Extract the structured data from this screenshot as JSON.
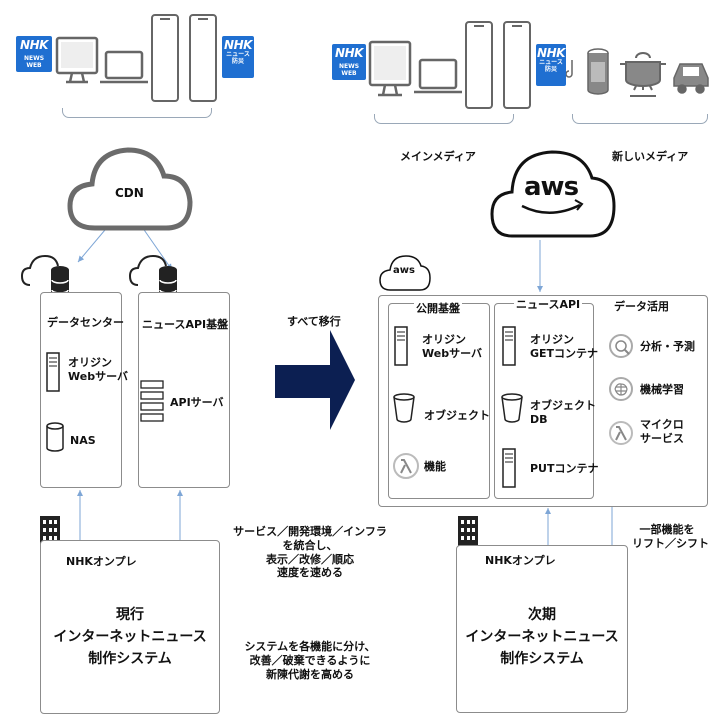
{
  "logos": {
    "nhk_text": "NHK",
    "newsweb_text": "NEWS WEB",
    "bosai_line1": "ニュース",
    "bosai_line2": "防災"
  },
  "left": {
    "cdn_label": "CDN",
    "datacenter": {
      "title": "データセンター",
      "origin_web_line1": "オリジン",
      "origin_web_line2": "Webサーバ",
      "nas": "NAS"
    },
    "news_api": {
      "title": "ニュースAPI基盤",
      "api_server": "APIサーバ"
    },
    "onprem_label": "NHKオンプレ",
    "system_line1": "現行",
    "system_line2": "インターネットニュース",
    "system_line3": "制作システム"
  },
  "middle": {
    "migrate_label": "すべて移行",
    "text1": [
      "サービス／開発環境／インフラ",
      "を統合し、",
      "表示／改修／順応",
      "速度を速める"
    ],
    "text2": [
      "システムを各機能に分け、",
      "改善／破棄できるように",
      "新陳代謝を高める"
    ]
  },
  "right": {
    "main_media": "メインメディア",
    "new_media": "新しいメディア",
    "aws_label": "aws",
    "public_platform": {
      "title": "公開基盤",
      "origin_web_line1": "オリジン",
      "origin_web_line2": "Webサーバ",
      "object": "オブジェクト",
      "function": "機能"
    },
    "news_api": {
      "title": "ニュースAPI",
      "origin_get_line1": "オリジン",
      "origin_get_line2": "GETコンテナ",
      "object_db_line1": "オブジェクト",
      "object_db_line2": "DB",
      "put_container": "PUTコンテナ"
    },
    "data_usage": {
      "title": "データ活用",
      "analysis": "分析・予測",
      "ml": "機械学習",
      "micro_line1": "マイクロ",
      "micro_line2": "サービス"
    },
    "lift_shift_line1": "一部機能を",
    "lift_shift_line2": "リフト／シフト",
    "onprem_label": "NHKオンプレ",
    "system_line1": "次期",
    "system_line2": "インターネットニュース",
    "system_line3": "制作システム"
  },
  "colors": {
    "nhk_blue": "#1f6fd1",
    "arrow_navy": "#0c1f52",
    "line_blue": "#7ea6d6",
    "device_gray": "#666666"
  }
}
